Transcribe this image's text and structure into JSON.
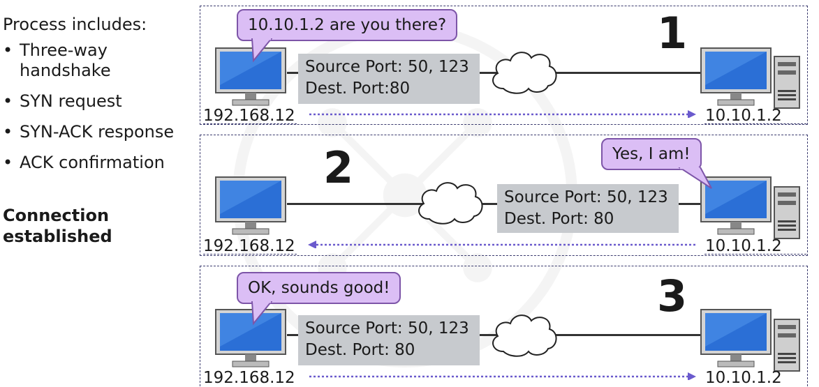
{
  "left": {
    "intro": "Process includes:",
    "bullets": [
      "Three-way handshake",
      "SYN request",
      "SYN-ACK response",
      "ACK confirmation"
    ],
    "conclusion": "Connection established"
  },
  "steps": [
    {
      "number": "1",
      "bubble": "10.10.1.2 are you there?",
      "ports": [
        "Source Port: 50, 123",
        "Dest. Port:80"
      ],
      "client_ip": "192.168.12",
      "server_ip": "10.10.1.2",
      "direction": "client-to-server"
    },
    {
      "number": "2",
      "bubble": "Yes, I am!",
      "ports": [
        "Source Port: 50, 123",
        "Dest. Port: 80"
      ],
      "client_ip": "192.168.12",
      "server_ip": "10.10.1.2",
      "direction": "server-to-client"
    },
    {
      "number": "3",
      "bubble": "OK, sounds good!",
      "ports": [
        "Source Port: 50, 123",
        "Dest. Port: 80"
      ],
      "client_ip": "192.168.12",
      "server_ip": "10.10.1.2",
      "direction": "client-to-server"
    }
  ],
  "colors": {
    "bubble_fill": "#dbbef5",
    "bubble_border": "#7d55a8",
    "port_box": "#c7cace",
    "flow_arrow": "#6a5acd",
    "screen_blue": "#2b6fd6",
    "panel_border": "#3a3a6e"
  },
  "icons": [
    "desktop-computer-icon",
    "server-tower-icon",
    "network-cloud-icon"
  ]
}
